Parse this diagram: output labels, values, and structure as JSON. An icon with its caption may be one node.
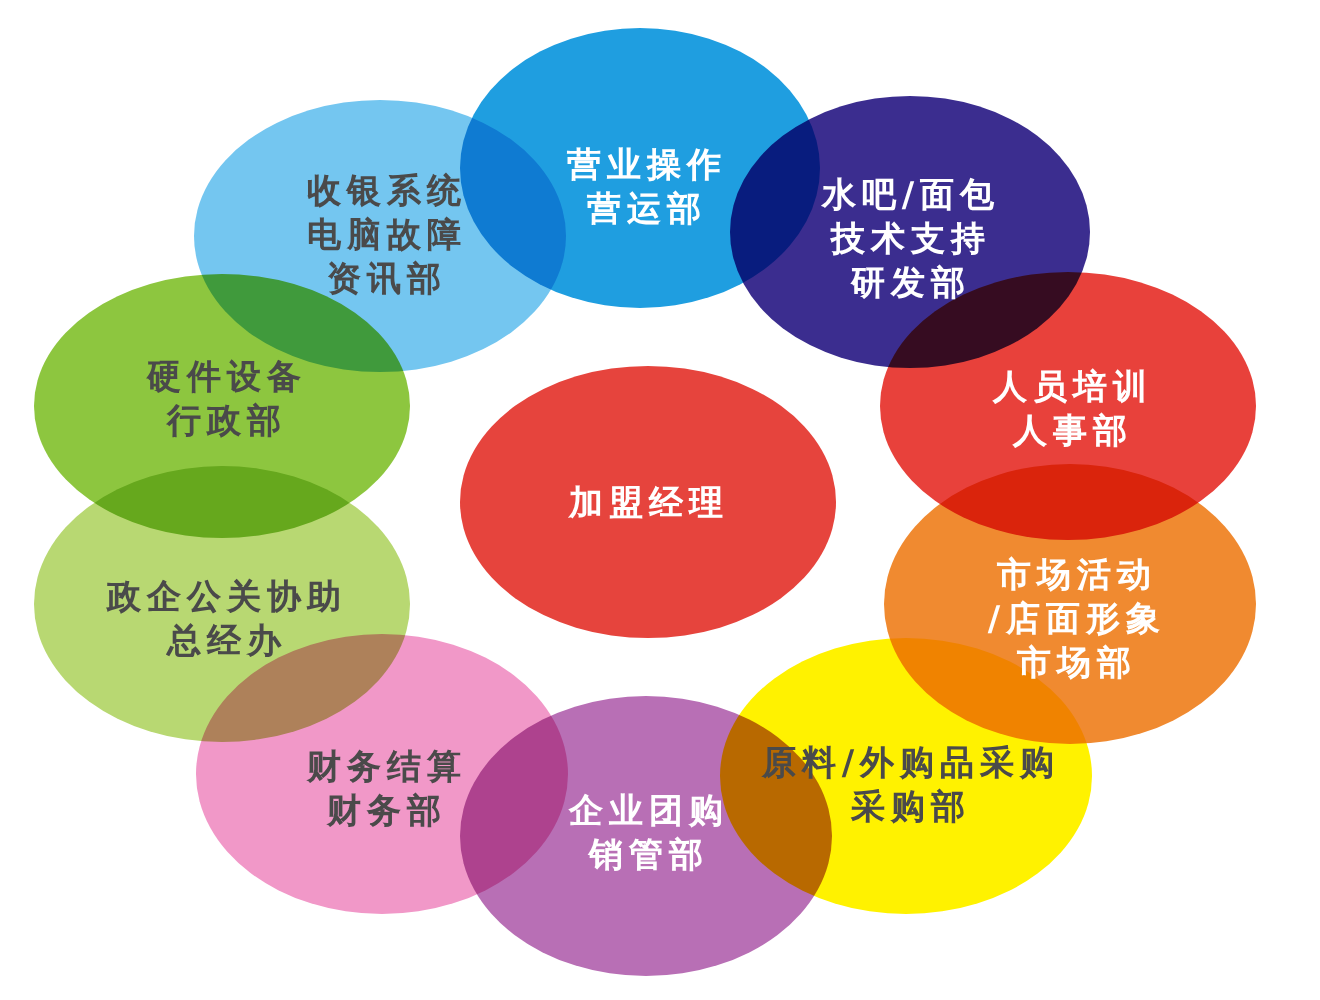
{
  "diagram": {
    "nodes": [
      {
        "text": [
          "加盟经理"
        ]
      },
      {
        "text": [
          "营业操作",
          "营运部"
        ]
      },
      {
        "text": [
          "水吧/面包",
          "技术支持",
          "研发部"
        ]
      },
      {
        "text": [
          "人员培训",
          "人事部"
        ]
      },
      {
        "text": [
          "市场活动",
          "/店面形象",
          "市场部"
        ]
      },
      {
        "text": [
          "原料/外购品采购",
          "采购部"
        ]
      },
      {
        "text": [
          "企业团购",
          "销管部"
        ]
      },
      {
        "text": [
          "财务结算",
          "财务部"
        ]
      },
      {
        "text": [
          "政企公关协助",
          "总经办"
        ]
      },
      {
        "text": [
          "硬件设备",
          "行政部"
        ]
      },
      {
        "text": [
          "收银系统",
          "电脑故障",
          "资讯部"
        ]
      }
    ]
  }
}
